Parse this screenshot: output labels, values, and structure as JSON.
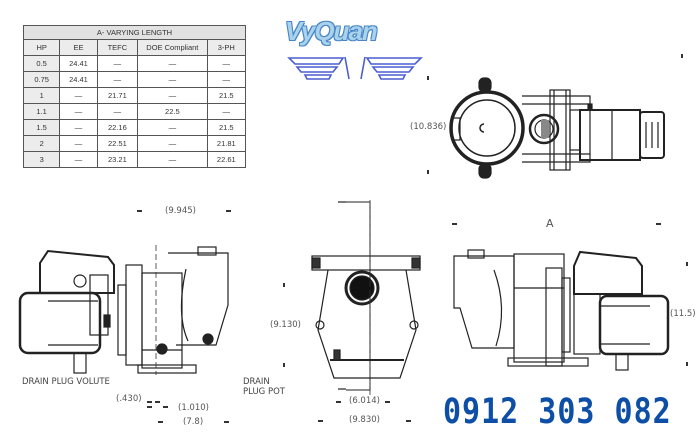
{
  "spec_table": {
    "title": "A- VARYING LENGTH",
    "headers": [
      "HP",
      "EE",
      "TEFC",
      "DOE Compliant",
      "3-PH"
    ],
    "rows": [
      [
        "0.5",
        "24.41",
        "—",
        "—",
        "—"
      ],
      [
        "0.75",
        "24.41",
        "—",
        "—",
        "—"
      ],
      [
        "1",
        "—",
        "21.71",
        "—",
        "21.5"
      ],
      [
        "1.1",
        "—",
        "—",
        "22.5",
        "—"
      ],
      [
        "1.5",
        "—",
        "22.16",
        "—",
        "21.5"
      ],
      [
        "2",
        "—",
        "22.51",
        "—",
        "21.81"
      ],
      [
        "3",
        "—",
        "23.21",
        "—",
        "22.61"
      ]
    ]
  },
  "logo": {
    "text": "VyQuan",
    "icon": "wings-logo-icon",
    "colors": {
      "fill": "#a9d3ec",
      "outline": "#4a86c6"
    }
  },
  "views": {
    "top_view": {
      "height_dim": "(10.836)"
    },
    "side_view_left": {
      "length_dim": "(9.945)",
      "label": "DRAIN PLUG VOLUTE",
      "dims_bottom": [
        "(.430)",
        "(1.010)",
        "(7.8)"
      ]
    },
    "front_view": {
      "height_dim": "(9.130)",
      "label_line1": "DRAIN",
      "label_line2": "PLUG POT",
      "width_dims": [
        "(6.014)",
        "(9.830)"
      ]
    },
    "side_view_right": {
      "length_dim": "A",
      "height_dim": "(11.5)"
    }
  },
  "contact": {
    "phone": "0912 303 082",
    "color": "#0d4ea6"
  }
}
